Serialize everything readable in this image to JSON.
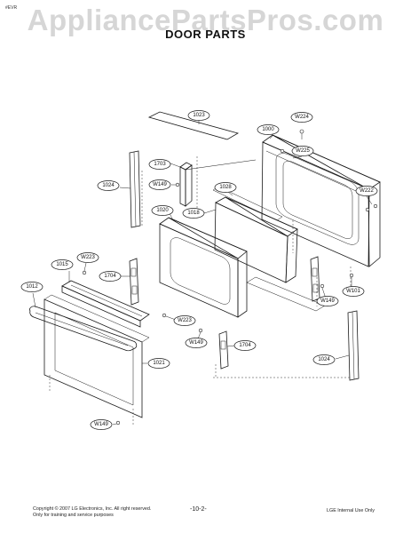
{
  "header": {
    "corner_tag": "#EVR",
    "watermark": "AppliancePartsPros.com",
    "title": "DOOR PARTS"
  },
  "callouts": [
    {
      "id": "c-1023",
      "label": "1023"
    },
    {
      "id": "c-W224",
      "label": "W224"
    },
    {
      "id": "c-1000",
      "label": "1000"
    },
    {
      "id": "c-W225",
      "label": "W225"
    },
    {
      "id": "c-1703",
      "label": "1703"
    },
    {
      "id": "c-1024a",
      "label": "1024"
    },
    {
      "id": "c-W149a",
      "label": "W149"
    },
    {
      "id": "c-1028",
      "label": "1028"
    },
    {
      "id": "c-W222",
      "label": "W222"
    },
    {
      "id": "c-1020",
      "label": "1020"
    },
    {
      "id": "c-1018",
      "label": "1018"
    },
    {
      "id": "c-W223a",
      "label": "W223"
    },
    {
      "id": "c-1015",
      "label": "1015"
    },
    {
      "id": "c-1704a",
      "label": "1704"
    },
    {
      "id": "c-1012",
      "label": "1012"
    },
    {
      "id": "c-W101",
      "label": "W101"
    },
    {
      "id": "c-W149b",
      "label": "W149"
    },
    {
      "id": "c-W223b",
      "label": "W223"
    },
    {
      "id": "c-W149c",
      "label": "W149"
    },
    {
      "id": "c-1704b",
      "label": "1704"
    },
    {
      "id": "c-1024b",
      "label": "1024"
    },
    {
      "id": "c-1021",
      "label": "1021"
    },
    {
      "id": "c-W149d",
      "label": "W149"
    }
  ],
  "footer": {
    "copyright_line1": "Copyright © 2007 LG Electronics, Inc. All right reserved.",
    "copyright_line2": "Only for training and service purposes",
    "page_number": "-10-2-",
    "internal_note": "LGE Internal Use Only"
  }
}
